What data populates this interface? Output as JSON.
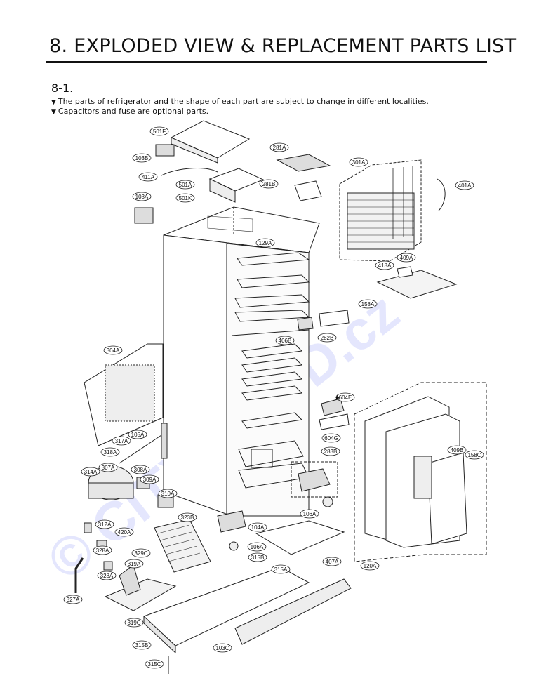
{
  "heading": {
    "title": "8. EXPLODED VIEW & REPLACEMENT PARTS LIST",
    "section": "8-1."
  },
  "notes": [
    "The parts of refrigerator and the shape of each part are subject to change in different localities.",
    "Capacitors and fuse are optional parts."
  ],
  "watermark": "© CITY-PROD.cz",
  "parts": {
    "p501F": "501F",
    "p103B": "103B",
    "p411A": "411A",
    "p501A": "501A",
    "p501K": "501K",
    "p103A": "103A",
    "p281A": "281A",
    "p281B": "281B",
    "p301A": "301A",
    "p401A": "401A",
    "p418A": "418A",
    "p409A": "409A",
    "p158A": "158A",
    "p129A": "129A",
    "p406B": "406B",
    "p282B": "282B",
    "p304A": "304A",
    "p604E": "604E",
    "p604G": "604G",
    "p105A": "105A",
    "p317A": "317A",
    "p318A": "318A",
    "p283B": "283B",
    "p314A": "314A",
    "p307A": "307A",
    "p308A": "308A",
    "p309A": "309A",
    "p310A": "310A",
    "p106A": "106A",
    "p409B": "409B",
    "p158C": "158C",
    "p323B": "323B",
    "p312A": "312A",
    "p104A": "104A",
    "p420A": "420A",
    "p328A": "328A",
    "p329C": "329C",
    "p106A2": "106A",
    "p315B": "315B",
    "p407A": "407A",
    "p319A": "319A",
    "p328A2": "328A",
    "p315A": "315A",
    "p327A": "327A",
    "p120A": "120A",
    "p319C": "319C",
    "p315B2": "315B",
    "p103C": "103C",
    "p315C": "315C"
  }
}
